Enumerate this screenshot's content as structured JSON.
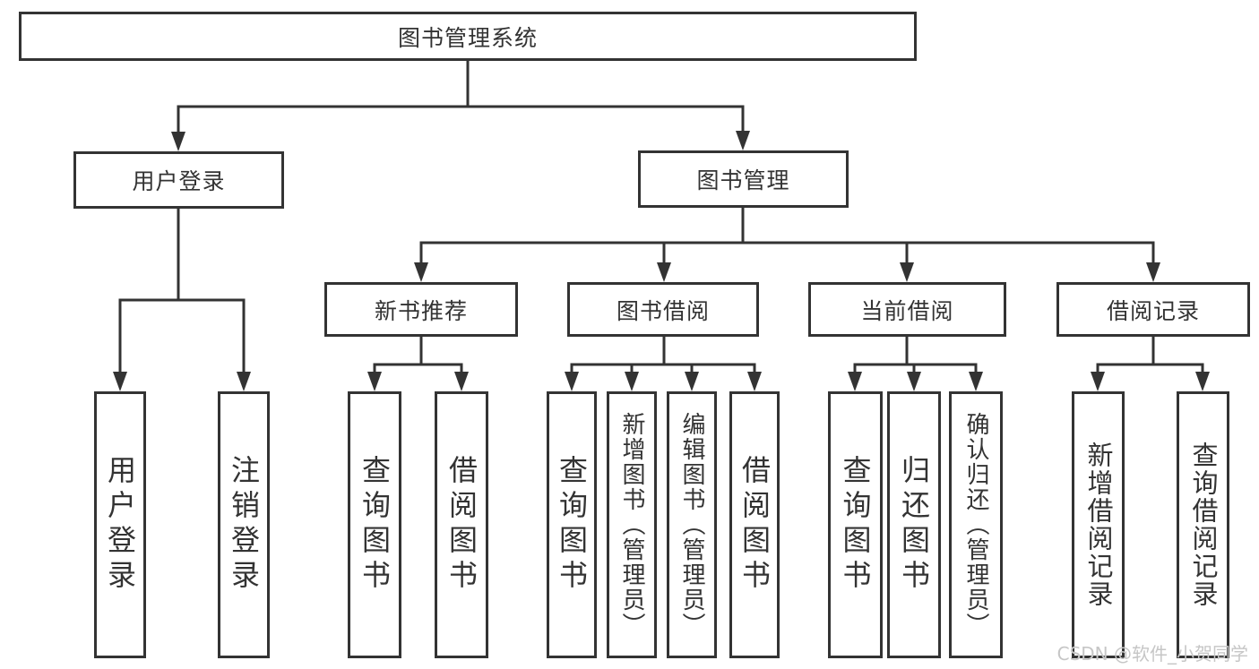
{
  "colors": {
    "line": "#333333",
    "text": "#333333",
    "watermark": "#c6c6c6",
    "background": "#ffffff"
  },
  "watermark": {
    "text": "CSDN @软件_小贺同学"
  },
  "tree": {
    "root": {
      "label": "图书管理系统"
    },
    "children": [
      {
        "label": "用户登录",
        "children": [
          {
            "label": "用户登录"
          },
          {
            "label": "注销登录"
          }
        ]
      },
      {
        "label": "图书管理",
        "children": [
          {
            "label": "新书推荐",
            "children": [
              {
                "label": "查询图书"
              },
              {
                "label": "借阅图书"
              }
            ]
          },
          {
            "label": "图书借阅",
            "children": [
              {
                "label": "查询图书"
              },
              {
                "label": "新增图书（管理员）"
              },
              {
                "label": "编辑图书（管理员）"
              },
              {
                "label": "借阅图书"
              }
            ]
          },
          {
            "label": "当前借阅",
            "children": [
              {
                "label": "查询图书"
              },
              {
                "label": "归还图书"
              },
              {
                "label": "确认归还（管理员）"
              }
            ]
          },
          {
            "label": "借阅记录",
            "children": [
              {
                "label": "新增借阅记录"
              },
              {
                "label": "查询借阅记录"
              }
            ]
          }
        ]
      }
    ]
  }
}
